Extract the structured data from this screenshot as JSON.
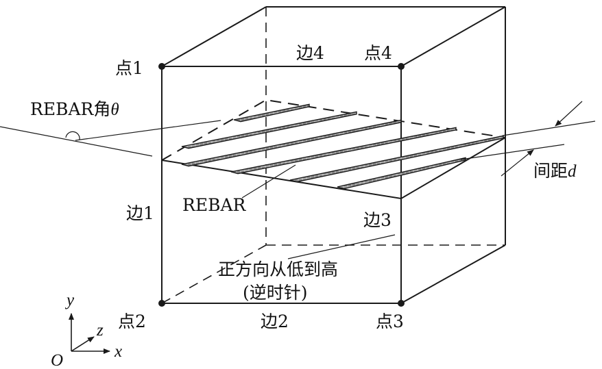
{
  "labels": {
    "point1": "点1",
    "point2": "点2",
    "point3": "点3",
    "point4": "点4",
    "edge1": "边1",
    "edge2": "边2",
    "edge3": "边3",
    "edge4": "边4",
    "rebar_angle": "REBAR角",
    "theta": "θ",
    "rebar": "REBAR",
    "spacing": "间距",
    "spacing_var": "d",
    "direction_line1": "正方向从低到高",
    "direction_line2": "(逆时针)"
  },
  "axes": {
    "x": "x",
    "y": "y",
    "z": "z",
    "origin": "O"
  },
  "colors": {
    "line": "#1a1a1a",
    "rebar_fill": "#777777"
  }
}
